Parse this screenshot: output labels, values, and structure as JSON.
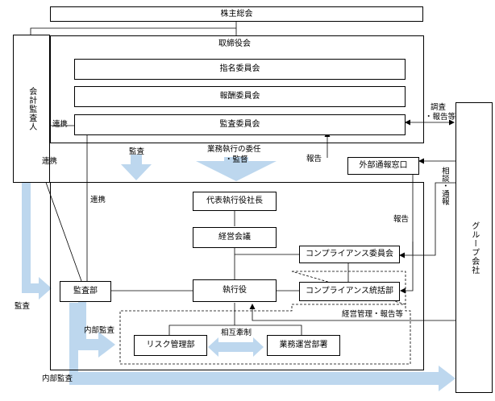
{
  "diagram": {
    "shareholders_meeting": "株主総会",
    "board": "取締役会",
    "nomination_committee": "指名委員会",
    "compensation_committee": "報酬委員会",
    "audit_committee": "監査委員会",
    "accounting_auditor": "会計監査人",
    "group_companies": "グループ会社",
    "external_whistleblowing": "外部通報窓口",
    "ceo": "代表執行役社長",
    "management_meeting": "経営会議",
    "compliance_committee": "コンプライアンス委員会",
    "compliance_dept": "コンプライアンス統括部",
    "executive_officers": "執行役",
    "audit_dept": "監査部",
    "risk_management_dept": "リスク管理部",
    "business_operation_dept": "業務運営部署",
    "labels": {
      "renkei_1": "連携",
      "renkei_2": "連携",
      "renkei_3": "連携",
      "kansa_1": "監査",
      "kansa_2": "監査",
      "delegation_1": "業務執行の委任",
      "delegation_2": "・監督",
      "report_1": "報告",
      "report_2": "報告",
      "investigation_1": "調査",
      "investigation_2": "・報告等",
      "consultation": "相談・通報",
      "mgmt_report": "経営管理・報告等",
      "mutual_check": "相互牽制",
      "internal_audit_1": "内部監査",
      "internal_audit_2": "内部監査"
    }
  }
}
